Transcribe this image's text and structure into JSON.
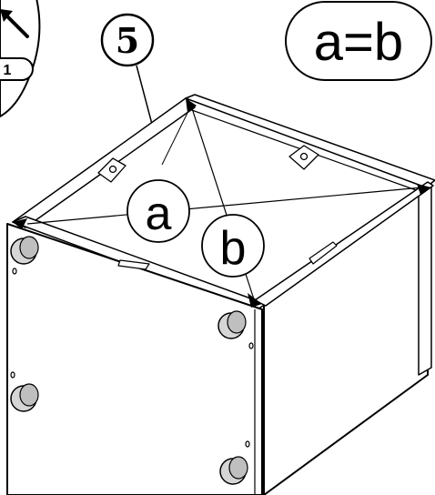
{
  "step": {
    "number": "5"
  },
  "equation": {
    "text": "a=b"
  },
  "diagonals": {
    "a_label": "a",
    "b_label": "b"
  },
  "previous_step_badge": {
    "text": "1",
    "icon": "arrow-up-left-icon"
  },
  "colors": {
    "line": "#000000",
    "panel": "#ffffff",
    "foot": "#d6d6d6",
    "foot_dark": "#8c8c8c"
  }
}
